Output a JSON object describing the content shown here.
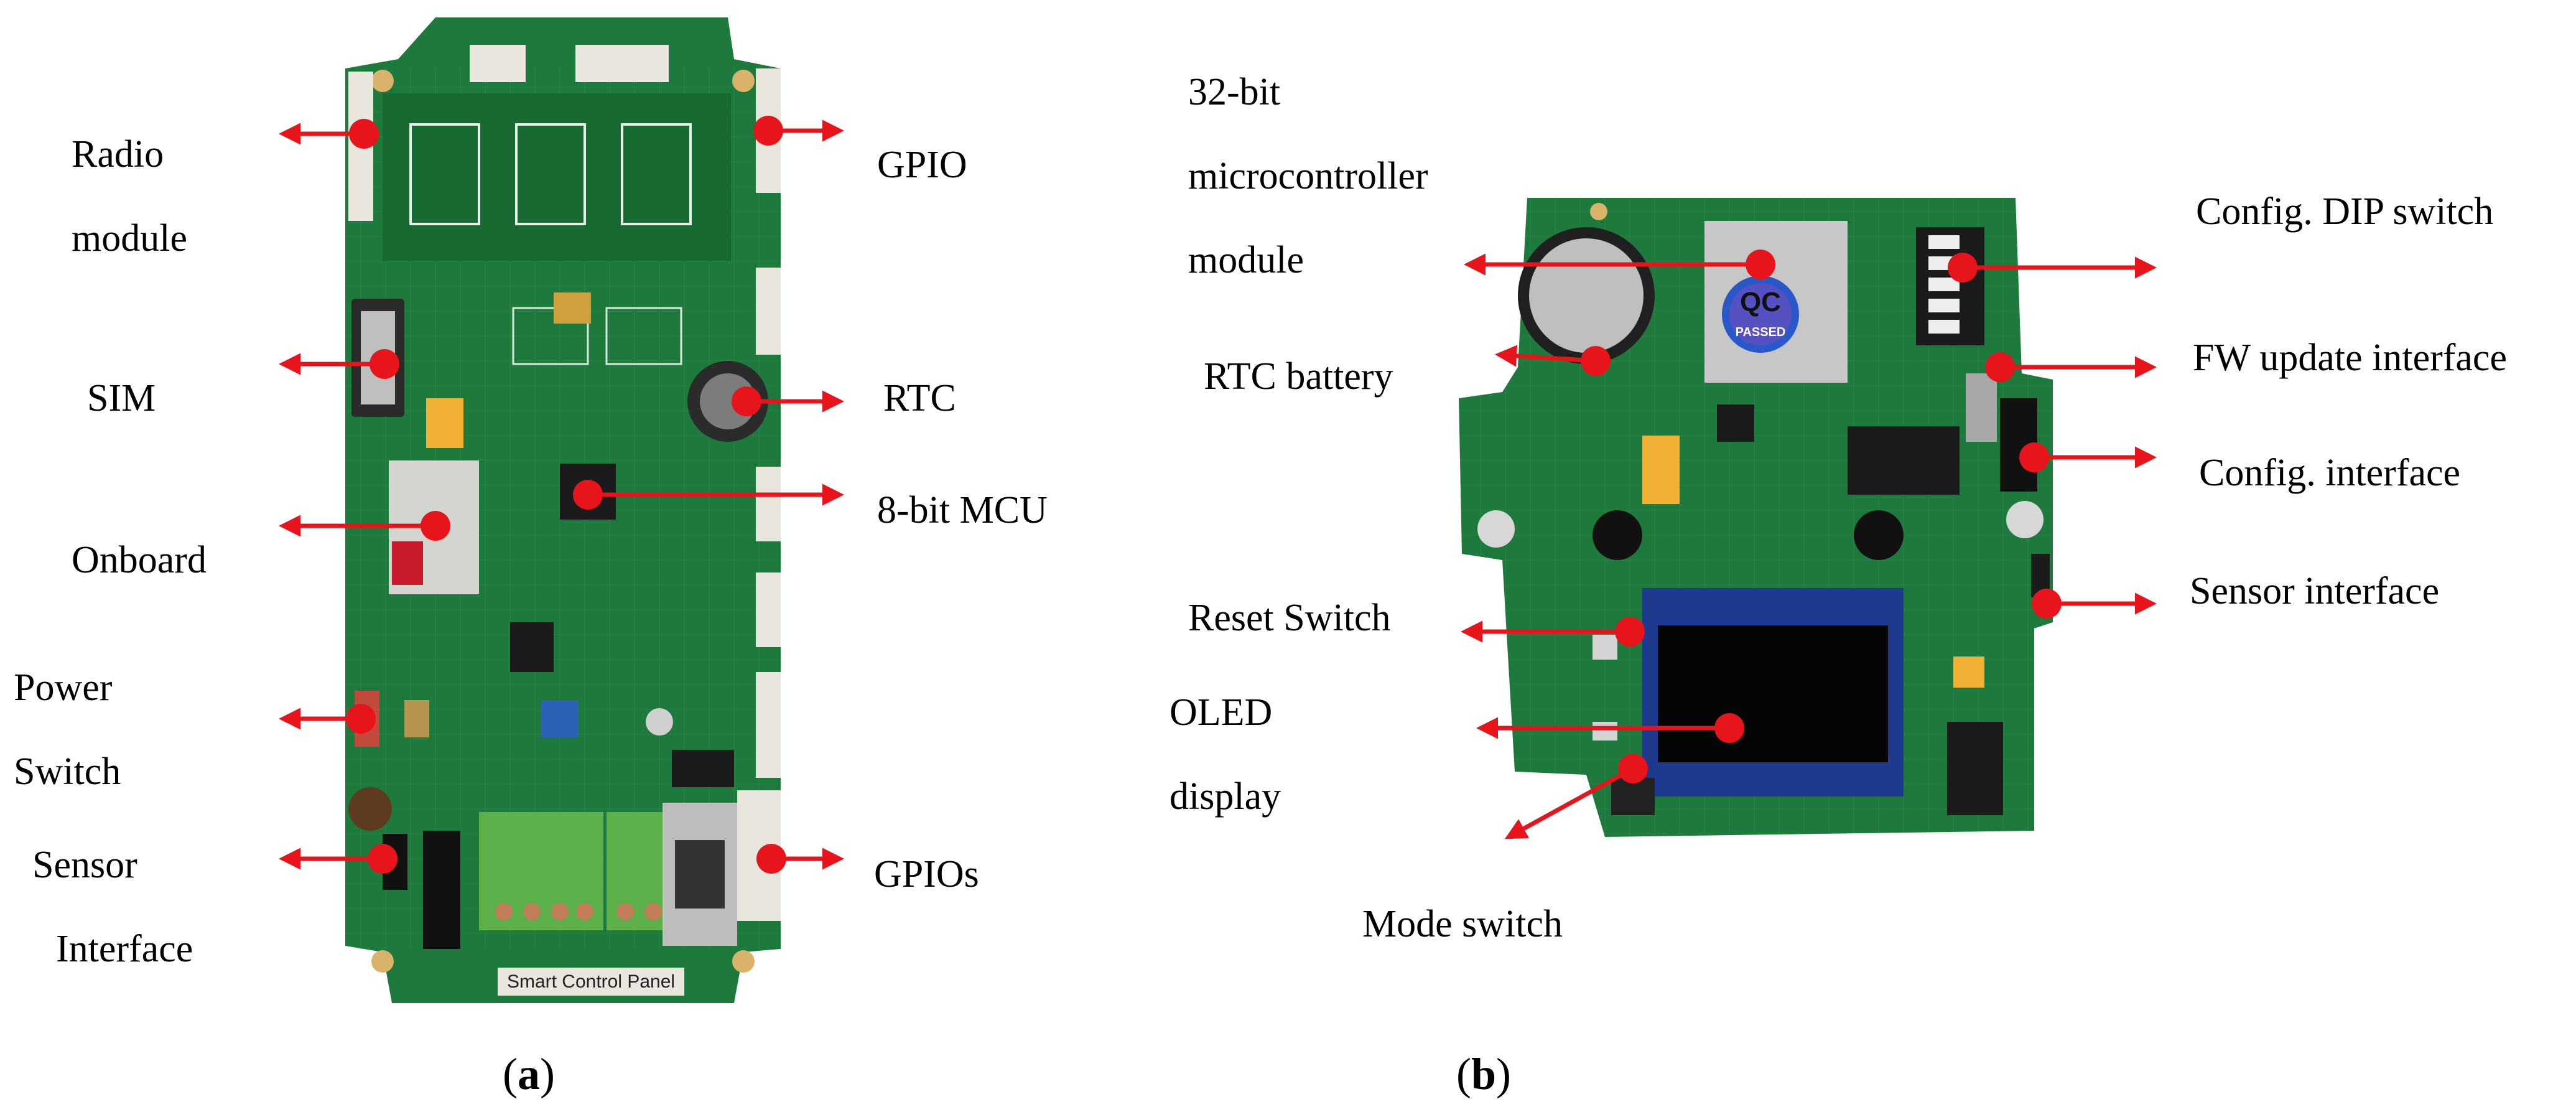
{
  "figure": {
    "panel_a": {
      "caption_open": "(",
      "caption_letter": "a",
      "caption_close": ")",
      "board_print": "Smart Control Panel",
      "labels": {
        "radio_module_line1": "Radio",
        "radio_module_line2": "module",
        "sim": "SIM",
        "onboard": "Onboard",
        "power_switch_line1": "Power",
        "power_switch_line2": "Switch",
        "sensor_interface_line1": "Sensor",
        "sensor_interface_line2": "Interface",
        "gpio": "GPIO",
        "rtc": "RTC",
        "mcu_8bit": "8-bit MCU",
        "gpios": "GPIOs"
      }
    },
    "panel_b": {
      "caption_open": "(",
      "caption_letter": "b",
      "caption_close": ")",
      "sticker_top": "QC",
      "sticker_bottom": "PASSED",
      "labels": {
        "mcu_line1": "32-bit",
        "mcu_line2": "microcontroller",
        "mcu_line3": "module",
        "rtc_battery": "RTC battery",
        "reset_switch": "Reset Switch",
        "oled_line1": "OLED",
        "oled_line2": "display",
        "mode_switch": "Mode switch",
        "config_dip": "Config. DIP switch",
        "fw_update": "FW update interface",
        "config_interface": "Config. interface",
        "sensor_interface": "Sensor interface"
      }
    },
    "colors": {
      "pcb_green": "#1e7a3c",
      "pcb_dark": "#155c2c",
      "arrow_red": "#e8141b",
      "terminal_green": "#5bb04a",
      "header_white": "#e9e6dd"
    }
  }
}
